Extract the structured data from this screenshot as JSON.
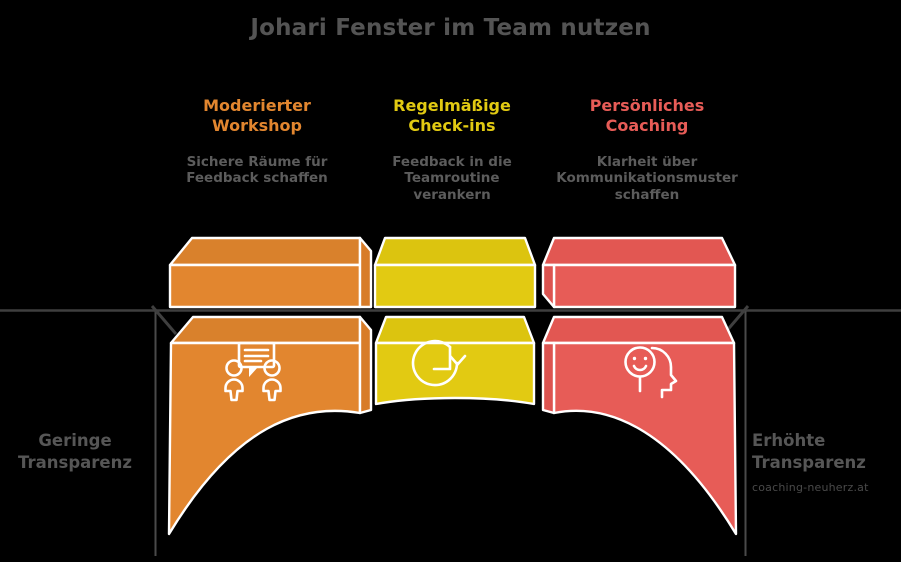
{
  "title": "Johari Fenster im Team nutzen",
  "colors": {
    "background": "#000000",
    "title_text": "#545454",
    "body_text": "#5c5c5c",
    "side_label_text": "#565656",
    "axis_line": "#3f3f3f",
    "outline": "#ffffff",
    "orange": "#e2862f",
    "orange_lid": "#d9812c",
    "orange_side": "#d87c28",
    "yellow": "#e2ca12",
    "yellow_lid": "#dcc40f",
    "yellow_side": "#d6bd0d",
    "red": "#e75c57",
    "red_lid": "#e25752",
    "red_side": "#dd5450"
  },
  "columns": [
    {
      "heading": "Moderierter\nWorkshop",
      "subtitle": "Sichere Räume für\nFeedback schaffen",
      "color": "#e2862f",
      "icon": "two-people-speech-bubble-icon"
    },
    {
      "heading": "Regelmäßige\nCheck-ins",
      "subtitle": "Feedback in die\nTeamroutine\nverankern",
      "color": "#e2ca12",
      "icon": "clock-refresh-icon"
    },
    {
      "heading": "Persönliches\nCoaching",
      "subtitle": "Klarheit über\nKommunikationsmuster\nschaffen",
      "color": "#e75c57",
      "icon": "smiley-head-profile-icon"
    }
  ],
  "axis": {
    "left_label": "Geringe\nTransparenz",
    "right_label": "Erhöhte\nTransparenz"
  },
  "watermark": "coaching-neuherz.at"
}
